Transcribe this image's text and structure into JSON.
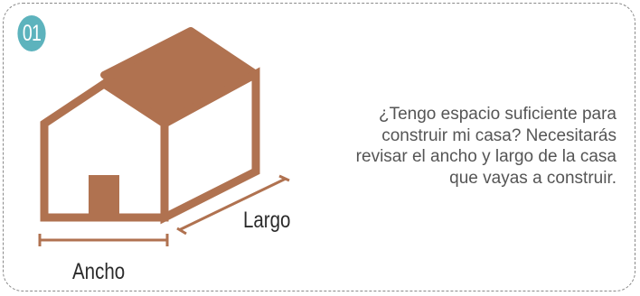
{
  "step": {
    "number": "01",
    "badge_color": "#5db3bd"
  },
  "house": {
    "icon": "house-icon",
    "color": "#b07250"
  },
  "dimensions": {
    "width_label": "Ancho",
    "length_label": "Largo"
  },
  "description": {
    "text": "¿Tengo espacio suficiente para construir mi casa? Necesitarás revisar el ancho y largo de la casa que vayas a construir."
  }
}
